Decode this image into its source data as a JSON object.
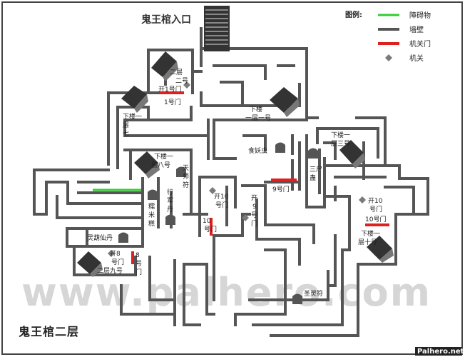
{
  "map": {
    "title": "鬼王棺二层",
    "entrance": "鬼王棺入口",
    "watermark": "www.palhero.com",
    "credit": "Palhero.net"
  },
  "legend": {
    "heading": "图例:",
    "items": [
      "障碍物",
      "墙壁",
      "机关门",
      "机关"
    ],
    "colors": {
      "obstacle": "#33cc33",
      "wall": "#555555",
      "door": "#e02020",
      "switch": "#7a7a7a"
    }
  },
  "stairs": {
    "s2f2": "二层二号",
    "s1f7": "下楼一层七",
    "s1f1": "下楼一层一号",
    "s1f8": "下楼一层八号",
    "s1f3": "下楼一层三号",
    "s1f10": "下楼一层十号",
    "s2f9": "二层九号"
  },
  "doors": {
    "d1": "1号门",
    "d1open": "开1号门",
    "d8": "8号门",
    "d8open": "开8号门",
    "d9": "9号门",
    "d9open": "开9号门",
    "d10a": "10号门",
    "d10b": "10号门",
    "d10open_a": "开10号门",
    "d10open_b": "开10号门"
  },
  "items": {
    "shiyaochong": "食妖虫",
    "tianshifu": "天师符",
    "xingjundan": "行军丹",
    "nuomigao": "糯米糕",
    "sanshigu": "三尸蛊",
    "linghuxiandan": "灵葫仙丹",
    "shenglingfu": "圣灵符"
  }
}
